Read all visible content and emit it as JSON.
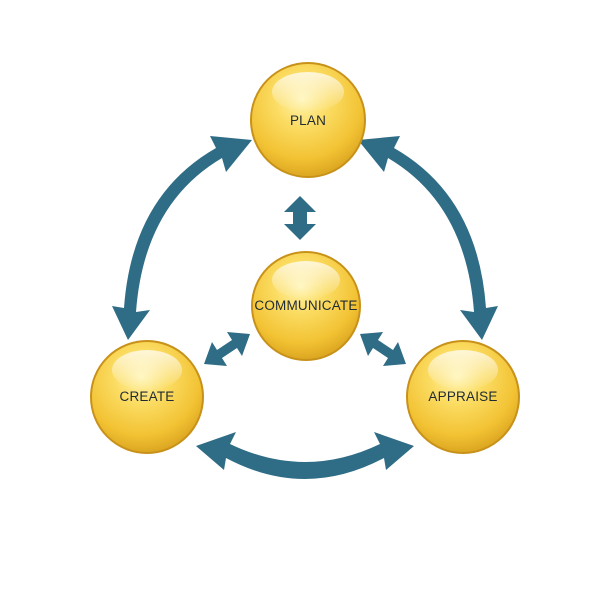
{
  "diagram": {
    "colors": {
      "arrow": "#2f6c86",
      "node_light": "#fde57a",
      "node_mid": "#f6c83a",
      "node_dark": "#d9a21e",
      "node_rim": "#c8921a",
      "label": "#1f2a33"
    },
    "nodes": {
      "plan": {
        "label": "PLAN"
      },
      "communicate": {
        "label": "COMMUNICATE"
      },
      "create": {
        "label": "CREATE"
      },
      "appraise": {
        "label": "APPRAISE"
      }
    }
  }
}
